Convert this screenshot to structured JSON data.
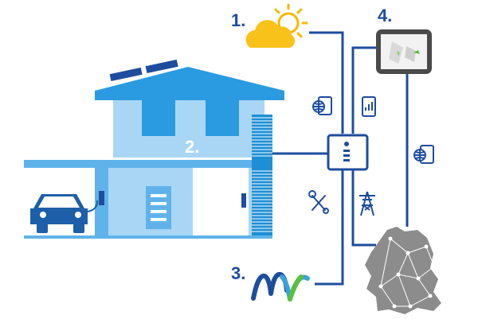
{
  "labels": {
    "n1": "1.",
    "n2": "2.",
    "n3": "3.",
    "n4": "4."
  },
  "icons": {
    "weather": "sun-cloud-icon",
    "house": "house-icon",
    "solar": "solar-panel-icon",
    "car": "electric-car-icon",
    "battery": "battery-storage-icon",
    "controller": "energy-manager-icon",
    "tablet": "tablet-icon",
    "web_tablet": "web-tablet-icon",
    "phone_chart": "smartphone-chart-icon",
    "service": "service-tools-icon",
    "grid_tower": "power-pylon-icon",
    "germany_map": "germany-network-map-icon",
    "utility_logo": "utility-logo-icon"
  },
  "colors": {
    "line": "#1d4d9e",
    "house_light": "#a9d6f5",
    "house_mid": "#5fb3ea",
    "house_dark": "#1e8fd6",
    "roof": "#2a9be0",
    "sun": "#f6b800",
    "cloud": "#f8c21a",
    "car": "#1d5fa8",
    "map": "#8c8c8c"
  }
}
